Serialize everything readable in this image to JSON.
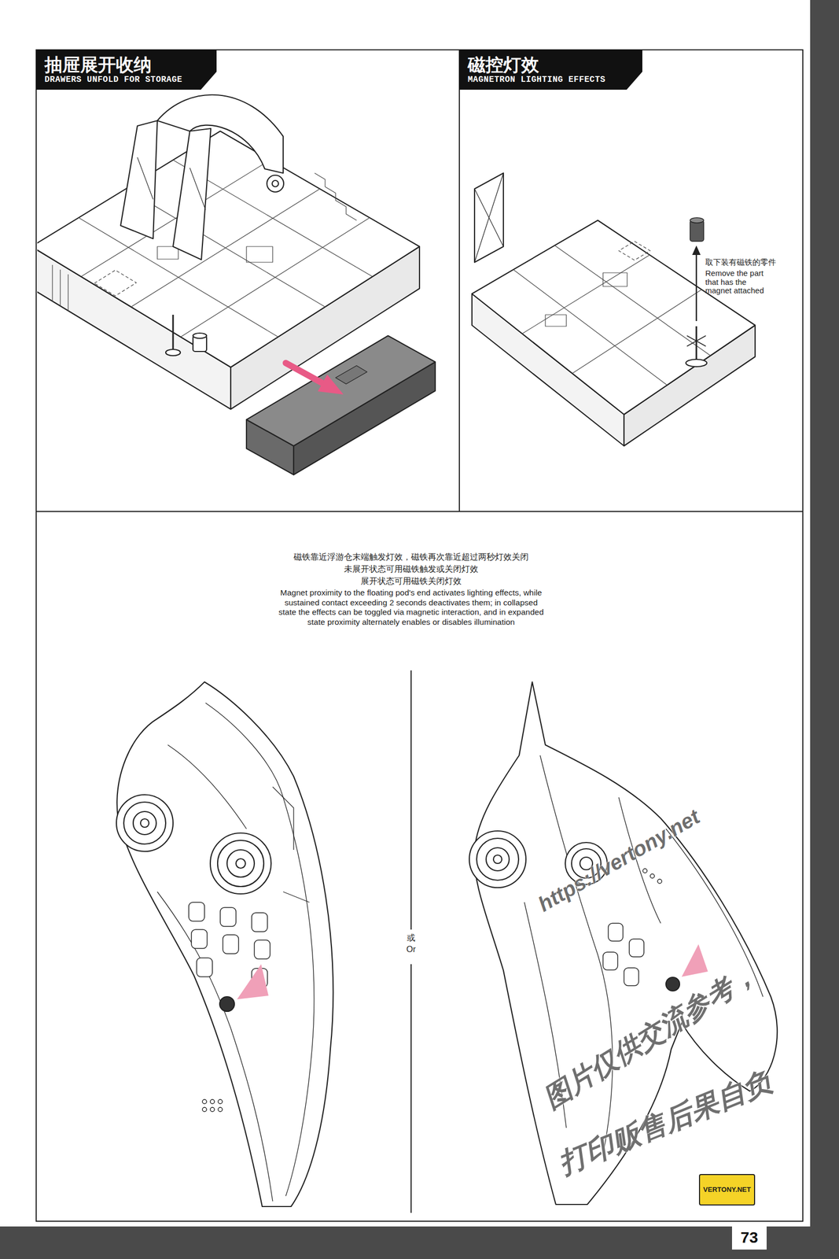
{
  "diagram": {
    "nodes": [
      {
        "text": [
          "抽屉展开收纳",
          "DRAWERS UNFOLD FOR STORAGE"
        ]
      },
      {
        "text": [
          "磁控灯效",
          "MAGNETRON LIGHTING EFFECTS"
        ]
      },
      {
        "text": [
          "VERTONY.NET"
        ]
      },
      {
        "text": [
          "73"
        ]
      }
    ],
    "labels": [
      "取下装有磁铁的零件",
      "Remove the part that has the magnet attached",
      "磁铁靠近浮游仓末端触发灯效，磁铁再次靠近超过两秒灯效关闭",
      "未展开状态可用磁铁触发或关闭灯效",
      "展开状态可用磁铁关闭灯效",
      "Magnet proximity to the floating pod's end activates lighting effects, while sustained contact exceeding 2 seconds deactivates them; in collapsed state the effects can be toggled via magnetic interaction, and in expanded state proximity alternately enables or disables illumination",
      "或",
      "Or",
      "https://vertony.net",
      "图片仅供交流参考，",
      "打印贩售后果自负"
    ]
  }
}
